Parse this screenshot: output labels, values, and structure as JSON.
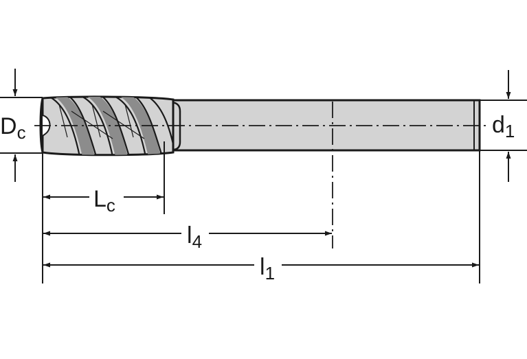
{
  "labels": {
    "dc": {
      "main": "D",
      "sub": "c"
    },
    "d1": {
      "main": "d",
      "sub": "1"
    },
    "lc": {
      "main": "L",
      "sub": "c"
    },
    "l4": {
      "main": "l",
      "sub": "4"
    },
    "l1": {
      "main": "l",
      "sub": "1"
    }
  },
  "colors": {
    "line": "#1a1a1a",
    "body_fill": "#d3d3d3",
    "flute_shade": "#8c8c8c"
  },
  "icons": [
    "arrow-down-icon",
    "arrow-up-icon",
    "arrow-left-icon",
    "arrow-right-icon"
  ]
}
